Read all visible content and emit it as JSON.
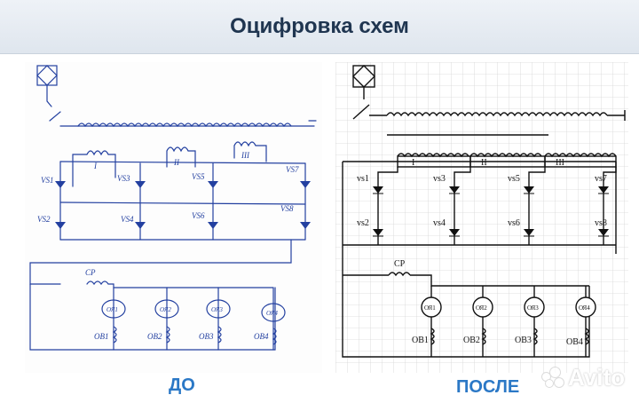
{
  "header": {
    "title": "Оцифровка схем"
  },
  "left": {
    "caption": "ДО",
    "labels": {
      "winding_1": "I",
      "winding_2": "II",
      "winding_3": "III",
      "vs1": "VS1",
      "vs2": "VS2",
      "vs3": "VS3",
      "vs4": "VS4",
      "vs5": "VS5",
      "vs6": "VS6",
      "vs7": "VS7",
      "vs8": "VS8",
      "cp": "CP",
      "m1": "ОЯ1",
      "m2": "ОЯ2",
      "m3": "ОЯ3",
      "m4": "ОЯ4",
      "ov1": "ОВ1",
      "ov2": "ОВ2",
      "ov3": "ОВ3",
      "ov4": "ОВ4"
    }
  },
  "right": {
    "caption": "ПОСЛЕ",
    "labels": {
      "winding_1": "I",
      "winding_2": "II",
      "winding_3": "III",
      "vs1": "vs1",
      "vs2": "vs2",
      "vs3": "vs3",
      "vs4": "vs4",
      "vs5": "vs5",
      "vs6": "vs6",
      "vs7": "vs7",
      "vs8": "vs8",
      "cp": "CP",
      "m1": "ОЯ1",
      "m2": "ОЯ2",
      "m3": "ОЯ3",
      "m4": "ОЯ4",
      "ov1": "ОВ1",
      "ov2": "ОВ2",
      "ov3": "ОВ3",
      "ov4": "ОВ4"
    }
  },
  "watermark": {
    "text": "Avito"
  },
  "colors": {
    "title": "#1f3550",
    "caption": "#2b78c6",
    "ink_left": "#2340a0",
    "ink_right": "#111111",
    "grid": "#d6d6d6"
  }
}
